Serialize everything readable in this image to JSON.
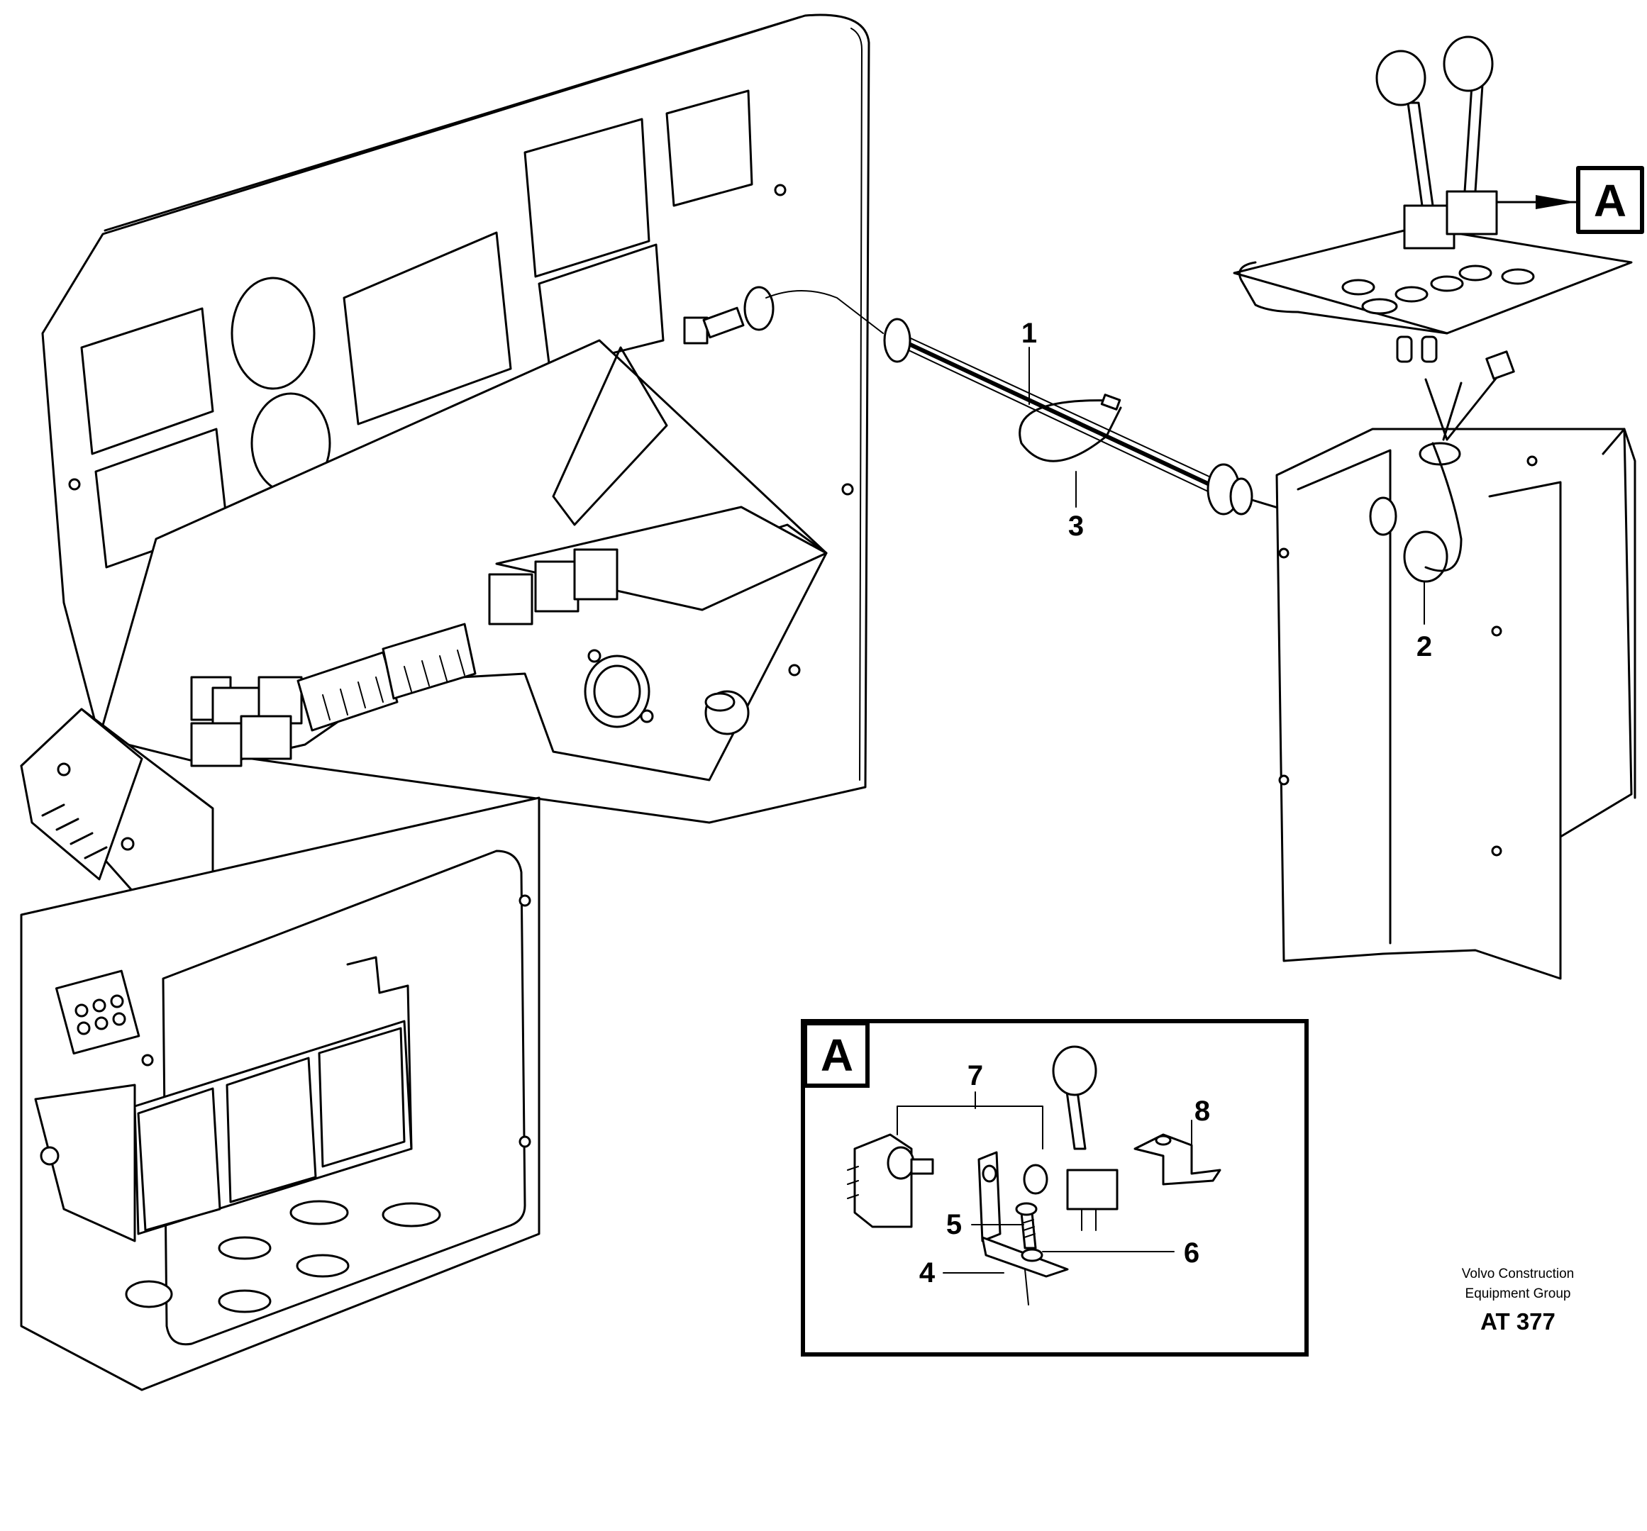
{
  "callouts": {
    "c1": "1",
    "c2": "2",
    "c3": "3",
    "c4": "4",
    "c5": "5",
    "c6": "6",
    "c7": "7",
    "c8": "8"
  },
  "detail_marker": "A",
  "inset_marker": "A",
  "credit": {
    "line1": "Volvo Construction",
    "line2": "Equipment Group",
    "code": "AT 377"
  }
}
